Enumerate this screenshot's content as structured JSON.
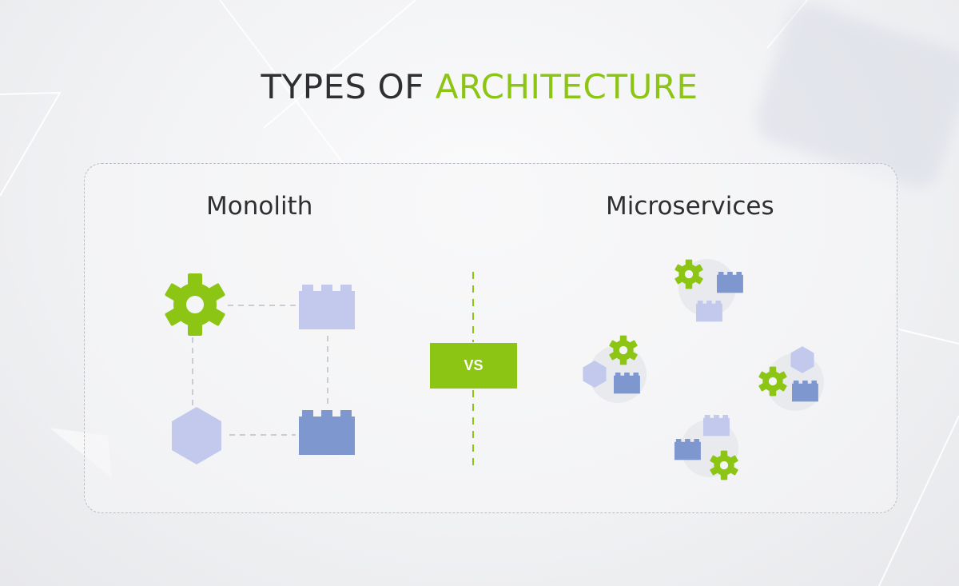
{
  "title": {
    "prefix": "TYPES OF",
    "accent": "ARCHITECTURE"
  },
  "sections": {
    "left": "Monolith",
    "right": "Microservices"
  },
  "divider_label": "VS",
  "colors": {
    "green": "#8cc514",
    "light_blue": "#c2c9ed",
    "dark_blue": "#7f97cf",
    "text": "#2f2f33"
  },
  "icons": [
    "gear-icon",
    "block-icon",
    "hexagon-icon"
  ]
}
